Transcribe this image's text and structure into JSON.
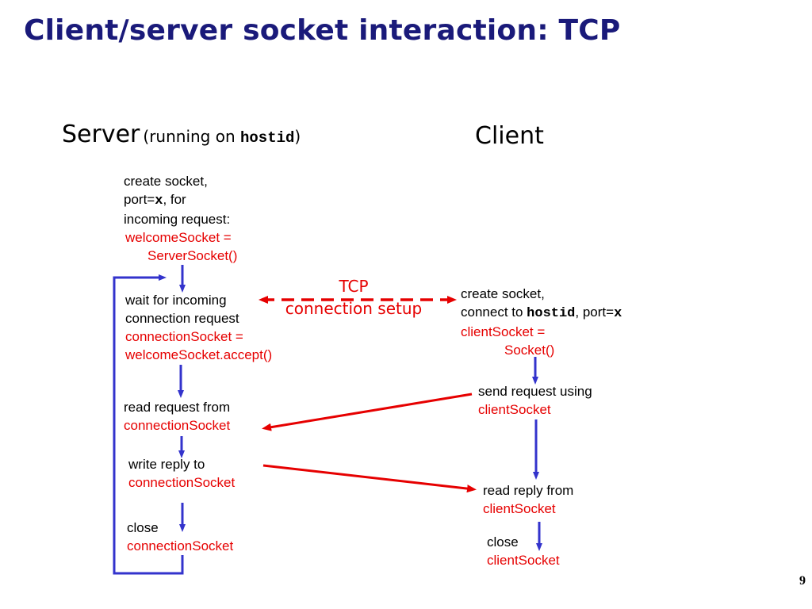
{
  "slide": {
    "title": "Client/server socket interaction: TCP",
    "page_number": "9"
  },
  "server": {
    "heading": "Server",
    "heading_paren_open": "(running on ",
    "heading_host": "hostid",
    "heading_paren_close": ")",
    "step1": {
      "line1": "create socket,",
      "line2_pre": "port=",
      "line2_var": "x",
      "line2_post": ", for",
      "line3": "incoming request:",
      "code1": "welcomeSocket =",
      "code2": "ServerSocket()"
    },
    "step2": {
      "line1": "wait for incoming",
      "line2": "connection request",
      "code1": "connectionSocket =",
      "code2": "welcomeSocket.accept()"
    },
    "step3": {
      "line1": "read request from",
      "code1": "connectionSocket"
    },
    "step4": {
      "line1": "write reply to",
      "code1": "connectionSocket"
    },
    "step5": {
      "line1": "close",
      "code1": "connectionSocket"
    }
  },
  "client": {
    "heading": "Client",
    "step1": {
      "line1": "create socket,",
      "line2_pre": "connect to ",
      "line2_host": "hostid",
      "line2_mid": ", port=",
      "line2_var": "x",
      "code1": "clientSocket =",
      "code2": "Socket()"
    },
    "step2": {
      "line1": "send request using",
      "code1": "clientSocket"
    },
    "step3": {
      "line1": "read reply from",
      "code1": "clientSocket"
    },
    "step4": {
      "line1": "close",
      "code1": "clientSocket"
    }
  },
  "tcp_setup": {
    "line1": "TCP",
    "line2": "connection setup"
  },
  "colors": {
    "title": "#1a1a7a",
    "flow_arrow": "#3333cc",
    "message_arrow": "#e60000",
    "code_text": "#e60000"
  }
}
